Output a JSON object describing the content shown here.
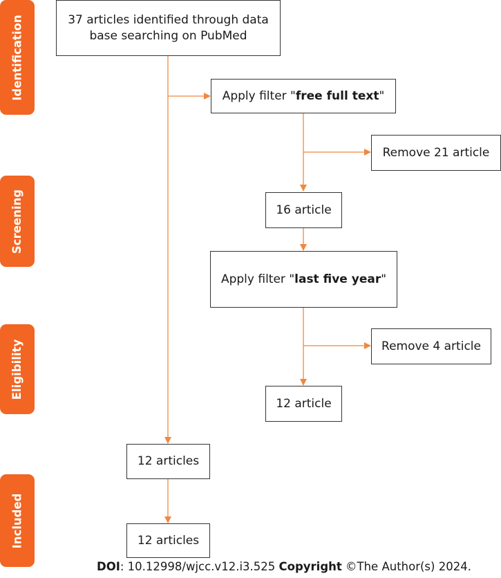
{
  "stages": {
    "identification": "Identification",
    "screening": "Screening",
    "eligibility": "Eligibility",
    "included": "Included"
  },
  "boxes": {
    "identified_line1": "37 articles identified through data",
    "identified_line2": "base searching on PubMed",
    "filter1_prefix": "Apply filter \"",
    "filter1_value": "free full text",
    "filter1_suffix": "\"",
    "remove1": "Remove 21 article",
    "after_filter1": "16 article",
    "filter2_prefix": "Apply filter \"",
    "filter2_value": "last five year",
    "filter2_suffix": "\"",
    "remove2": "Remove 4 article",
    "after_filter2": "12 article",
    "left_result": "12 articles",
    "included_result": "12 articles"
  },
  "footer": {
    "doi_label": "DOI",
    "doi_value": ": 10.12998/wjcc.v12.i3.525 ",
    "copyright_label": "Copyright",
    "copyright_value": " ©The Author(s) 2024."
  },
  "colors": {
    "stage_fill": "#f26522",
    "arrow": "#f0883e",
    "box_border": "#333333"
  }
}
